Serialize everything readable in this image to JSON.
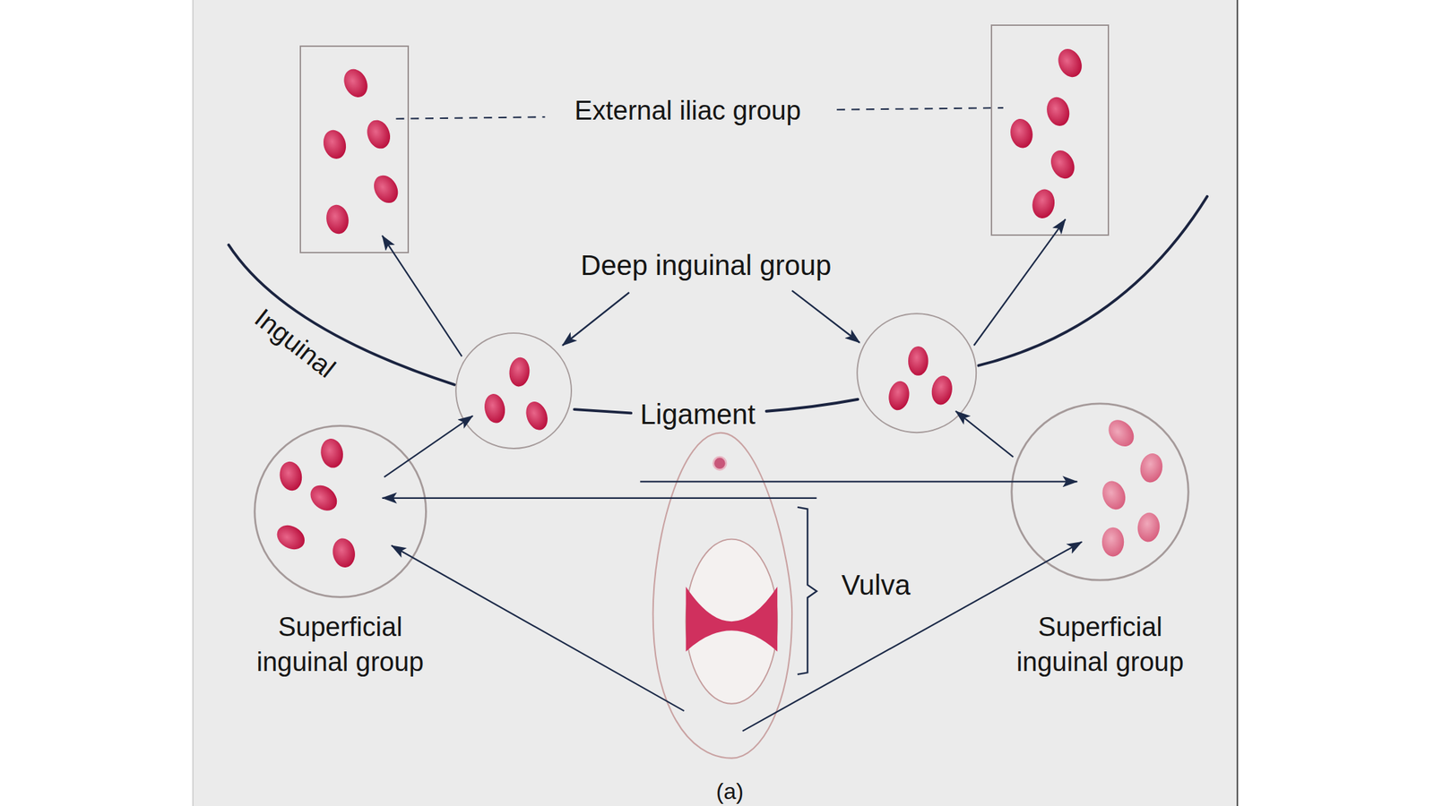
{
  "diagram": {
    "caption": "(a)",
    "nodes": [
      {
        "text": []
      },
      {
        "text": []
      },
      {
        "text": []
      },
      {
        "text": []
      },
      {
        "text": [
          "Superficial inguinal group"
        ]
      },
      {
        "text": [
          "Vulva"
        ]
      },
      {
        "text": [
          "Superficial inguinal group"
        ]
      }
    ],
    "edges": [
      {
        "from": 5,
        "to": 6,
        "arrow": "to"
      },
      {
        "from": 5,
        "to": 4,
        "arrow": "to"
      },
      {
        "from": 5,
        "to": 4,
        "arrow": "to"
      },
      {
        "from": 5,
        "to": 6,
        "arrow": "to"
      },
      {
        "from": 4,
        "to": 2,
        "arrow": "to"
      },
      {
        "from": 6,
        "to": 3,
        "arrow": "to"
      },
      {
        "from": 2,
        "to": 0,
        "arrow": "to"
      },
      {
        "from": 3,
        "to": 1,
        "arrow": "to"
      }
    ],
    "labels": [
      "External iliac group",
      "Deep inguinal group",
      "Inguinal",
      "Ligament"
    ]
  }
}
